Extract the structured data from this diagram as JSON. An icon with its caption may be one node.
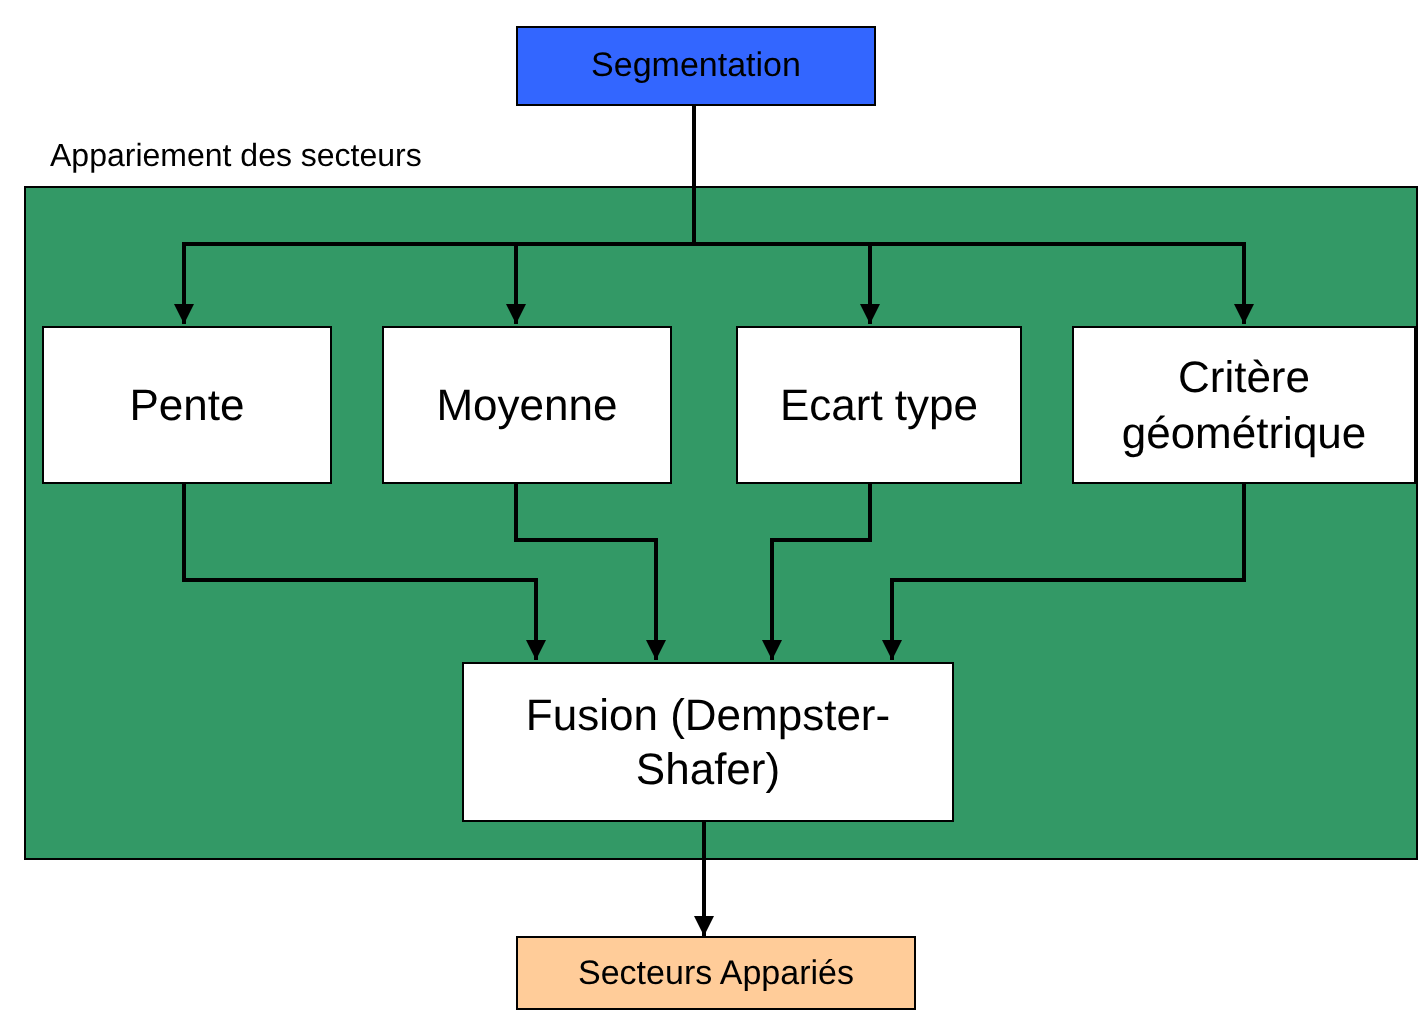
{
  "diagram": {
    "nodes": [
      {
        "text": [
          "Segmentation"
        ]
      },
      {
        "text": [
          "Appariement des secteurs"
        ]
      },
      {
        "text": [
          "Pente"
        ],
        "in": 1
      },
      {
        "text": [
          "Moyenne"
        ],
        "in": 1
      },
      {
        "text": [
          "Ecart type"
        ],
        "in": 1
      },
      {
        "text": [
          "Critère géométrique"
        ],
        "in": 1
      },
      {
        "text": [
          "Fusion (Dempster-Shafer)"
        ],
        "in": 1
      },
      {
        "text": [
          "Secteurs Appariés"
        ]
      }
    ],
    "edges": [
      {
        "from": 0,
        "to": 2,
        "arrow": "to"
      },
      {
        "from": 0,
        "to": 3,
        "arrow": "to"
      },
      {
        "from": 0,
        "to": 4,
        "arrow": "to"
      },
      {
        "from": 0,
        "to": 5,
        "arrow": "to"
      },
      {
        "from": 2,
        "to": 6,
        "arrow": "to"
      },
      {
        "from": 3,
        "to": 6,
        "arrow": "to"
      },
      {
        "from": 4,
        "to": 6,
        "arrow": "to"
      },
      {
        "from": 5,
        "to": 6,
        "arrow": "to"
      },
      {
        "from": 6,
        "to": 7,
        "arrow": "to"
      }
    ]
  }
}
